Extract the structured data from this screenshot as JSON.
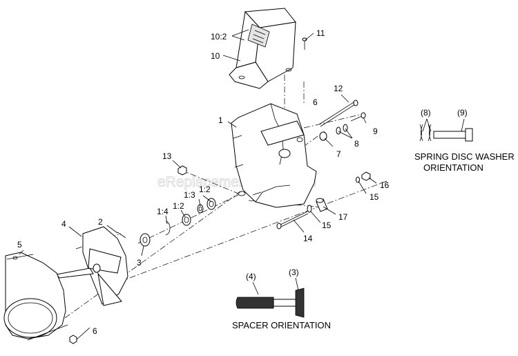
{
  "watermark": "eReplacementParts.com",
  "captions": {
    "spring_disc_line1": "SPRING DISC WASHER",
    "spring_disc_line2": "ORIENTATION",
    "spacer": "SPACER ORIENTATION"
  },
  "callouts": {
    "p10_2": "10:2",
    "p10": "10",
    "p11": "11",
    "p12": "12",
    "p6_top": "6",
    "p1": "1",
    "p9": "9",
    "p8": "8",
    "p7": "7",
    "p13": "13",
    "p16": "16",
    "p15_right": "15",
    "p1_2_top": "1:2",
    "p1_3": "1:3",
    "p1_2": "1:2",
    "p1_4": "1:4",
    "p2": "2",
    "p4": "4",
    "p5": "5",
    "p3": "3",
    "p17": "17",
    "p15_mid": "15",
    "p14": "14",
    "p6_bottom": "6"
  },
  "detail_labels": {
    "washer": "(8)",
    "bolt": "(9)",
    "spacer": "(4)",
    "spacer_disc": "(3)"
  }
}
